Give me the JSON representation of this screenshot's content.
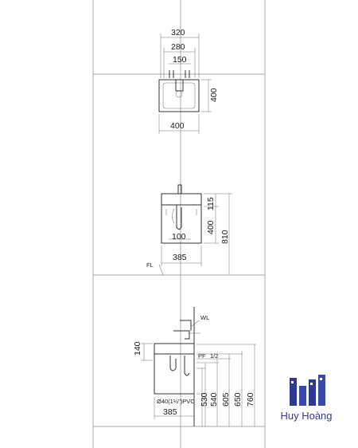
{
  "top_view": {
    "dims": [
      "320",
      "280",
      "150",
      "400",
      "400"
    ]
  },
  "front_view": {
    "dims": [
      "115",
      "400",
      "810",
      "100",
      "385"
    ],
    "floor_label": "FL"
  },
  "side_view": {
    "dims": [
      "140",
      "530",
      "540",
      "605",
      "650",
      "760",
      "385"
    ],
    "water_level_label": "WL",
    "pipe_fitting_label": "PF",
    "pipe_size_label": "1/2",
    "drain_label": "Ø40(1½\")PVC"
  },
  "brand": {
    "name": "Huy Hoàng",
    "color": "#2f3a8f"
  }
}
